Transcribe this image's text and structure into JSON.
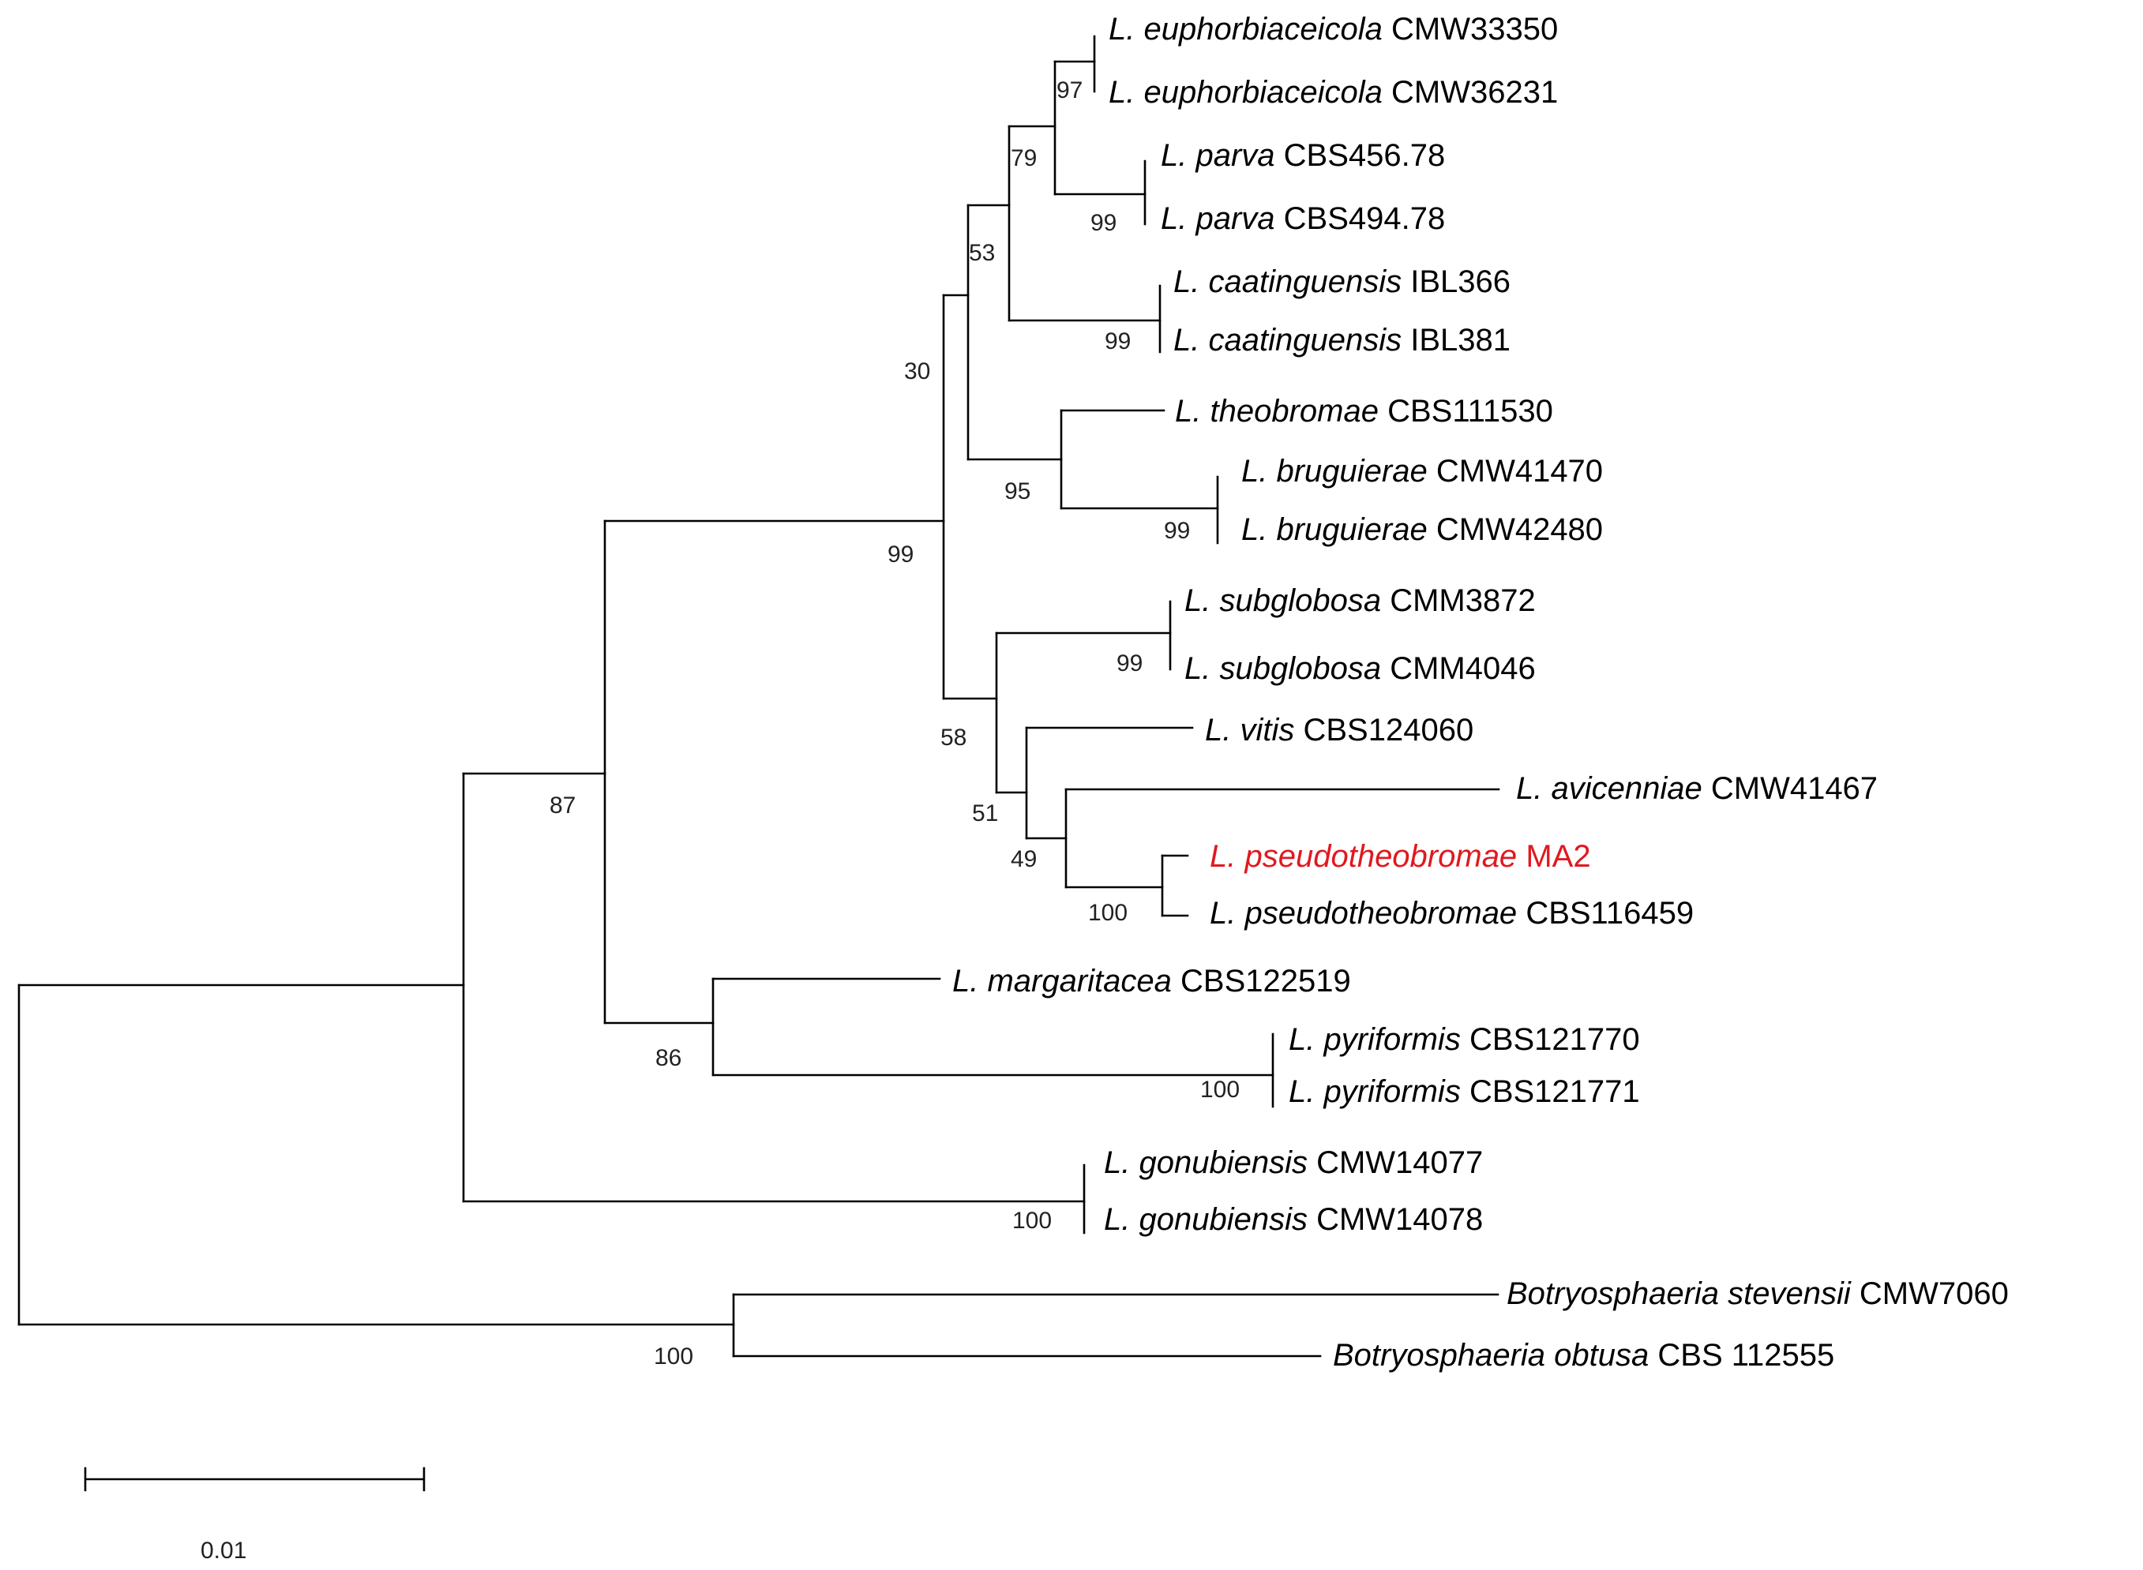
{
  "colors": {
    "line": "#000000",
    "text": "#000000",
    "highlight": "#e0191f"
  },
  "taxa": {
    "t1": {
      "species": "L. euphorbiaceicola",
      "strain": "CMW33350"
    },
    "t2": {
      "species": "L. euphorbiaceicola",
      "strain": "CMW36231"
    },
    "t3": {
      "species": "L.  parva",
      "strain": "CBS456.78"
    },
    "t4": {
      "species": "L. parva",
      "strain": "CBS494.78"
    },
    "t5": {
      "species": "L. caatinguensis",
      "strain": "IBL366"
    },
    "t6": {
      "species": "L. caatinguensis",
      "strain": "IBL381"
    },
    "t7": {
      "species": "L. theobromae",
      "strain": "CBS111530"
    },
    "t8": {
      "species": "L. bruguierae",
      "strain": "CMW41470"
    },
    "t9": {
      "species": "L. bruguierae",
      "strain": "CMW42480"
    },
    "t10": {
      "species": "L. subglobosa",
      "strain": "CMM3872"
    },
    "t11": {
      "species": "L. subglobosa",
      "strain": "CMM4046"
    },
    "t12": {
      "species": "L. vitis",
      "strain": "CBS124060"
    },
    "t13": {
      "species": "L. avicenniae",
      "strain": "CMW41467"
    },
    "t14": {
      "species": "L. pseudotheobromae",
      "strain": "MA2",
      "highlighted": true
    },
    "t15": {
      "species": "L. pseudotheobromae",
      "strain": "CBS116459"
    },
    "t16": {
      "species": "L. margaritacea",
      "strain": "CBS122519"
    },
    "t17": {
      "species": "L. pyriformis",
      "strain": "CBS121770"
    },
    "t18": {
      "species": "L. pyriformis",
      "strain": "CBS121771"
    },
    "t19": {
      "species": "L. gonubiensis",
      "strain": "CMW14077"
    },
    "t20": {
      "species": "L. gonubiensis",
      "strain": "CMW14078"
    },
    "t21": {
      "species": "Botryosphaeria stevensii",
      "strain": "CMW7060"
    },
    "t22": {
      "species": "Botryosphaeria obtusa",
      "strain": "CBS 112555"
    }
  },
  "bootstrap": {
    "euphorbiaceicola": "97",
    "euph_parva": "79",
    "parva": "99",
    "caatinguensis_group": "53",
    "caatinguensis": "99",
    "upper_clade": "30",
    "theobromae_group": "95",
    "bruguierae": "99",
    "lasiodiplodia_core": "99",
    "subglobosa": "99",
    "lower_clade": "58",
    "vitis_group": "51",
    "avicenniae_group": "49",
    "pseudotheobromae": "100",
    "lasiodiplodia_main": "87",
    "margaritacea_group": "86",
    "pyriformis": "100",
    "gonubiensis": "100",
    "botryosphaeria": "100"
  },
  "scale_bar": {
    "label": "0.01"
  }
}
